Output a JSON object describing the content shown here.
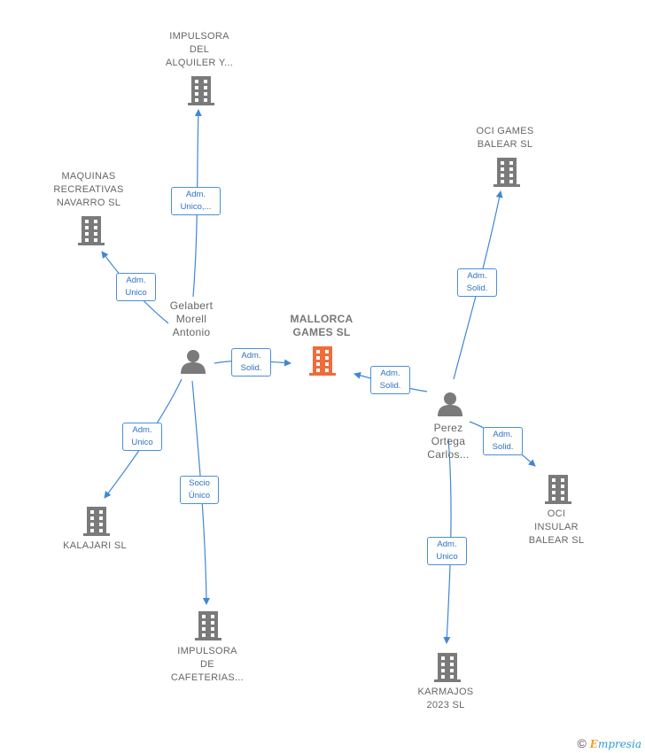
{
  "colors": {
    "edge": "#3f87d6",
    "building": "#7a7a7a",
    "focus": "#f26b3a",
    "person": "#7a7a7a"
  },
  "nodes": {
    "impulsora_alquiler": {
      "lines": [
        "IMPULSORA",
        "DEL",
        "ALQUILER Y..."
      ]
    },
    "maquinas": {
      "lines": [
        "MAQUINAS",
        "RECREATIVAS",
        "NAVARRO SL"
      ]
    },
    "oci_games": {
      "lines": [
        "OCI GAMES",
        "BALEAR  SL"
      ]
    },
    "mallorca": {
      "lines": [
        "MALLORCA",
        "GAMES  SL"
      ]
    },
    "gelabert": {
      "lines": [
        "Gelabert",
        "Morell",
        "Antonio"
      ]
    },
    "perez": {
      "lines": [
        "Perez",
        "Ortega",
        "Carlos..."
      ]
    },
    "kalajari": {
      "lines": [
        "KALAJARI  SL"
      ]
    },
    "impulsora_cafe": {
      "lines": [
        "IMPULSORA",
        "DE",
        "CAFETERIAS..."
      ]
    },
    "oci_insular": {
      "lines": [
        "OCI",
        "INSULAR",
        "BALEAR  SL"
      ]
    },
    "karmajos": {
      "lines": [
        "KARMAJOS",
        "2023  SL"
      ]
    }
  },
  "edges": {
    "g_impulsora": {
      "lines": [
        "Adm.",
        "Unico,..."
      ]
    },
    "g_maquinas": {
      "lines": [
        "Adm.",
        "Unico"
      ]
    },
    "g_mallorca": {
      "lines": [
        "Adm.",
        "Solid."
      ]
    },
    "g_kalajari": {
      "lines": [
        "Adm.",
        "Unico"
      ]
    },
    "g_cafe": {
      "lines": [
        "Socio",
        "Único"
      ]
    },
    "p_mallorca": {
      "lines": [
        "Adm.",
        "Solid."
      ]
    },
    "p_oci_games": {
      "lines": [
        "Adm.",
        "Solid."
      ]
    },
    "p_insular": {
      "lines": [
        "Adm.",
        "Solid."
      ]
    },
    "p_karmajos": {
      "lines": [
        "Adm.",
        "Unico"
      ]
    }
  },
  "footer": {
    "copyright": "©",
    "brand_first": "E",
    "brand_rest": "mpresia"
  }
}
